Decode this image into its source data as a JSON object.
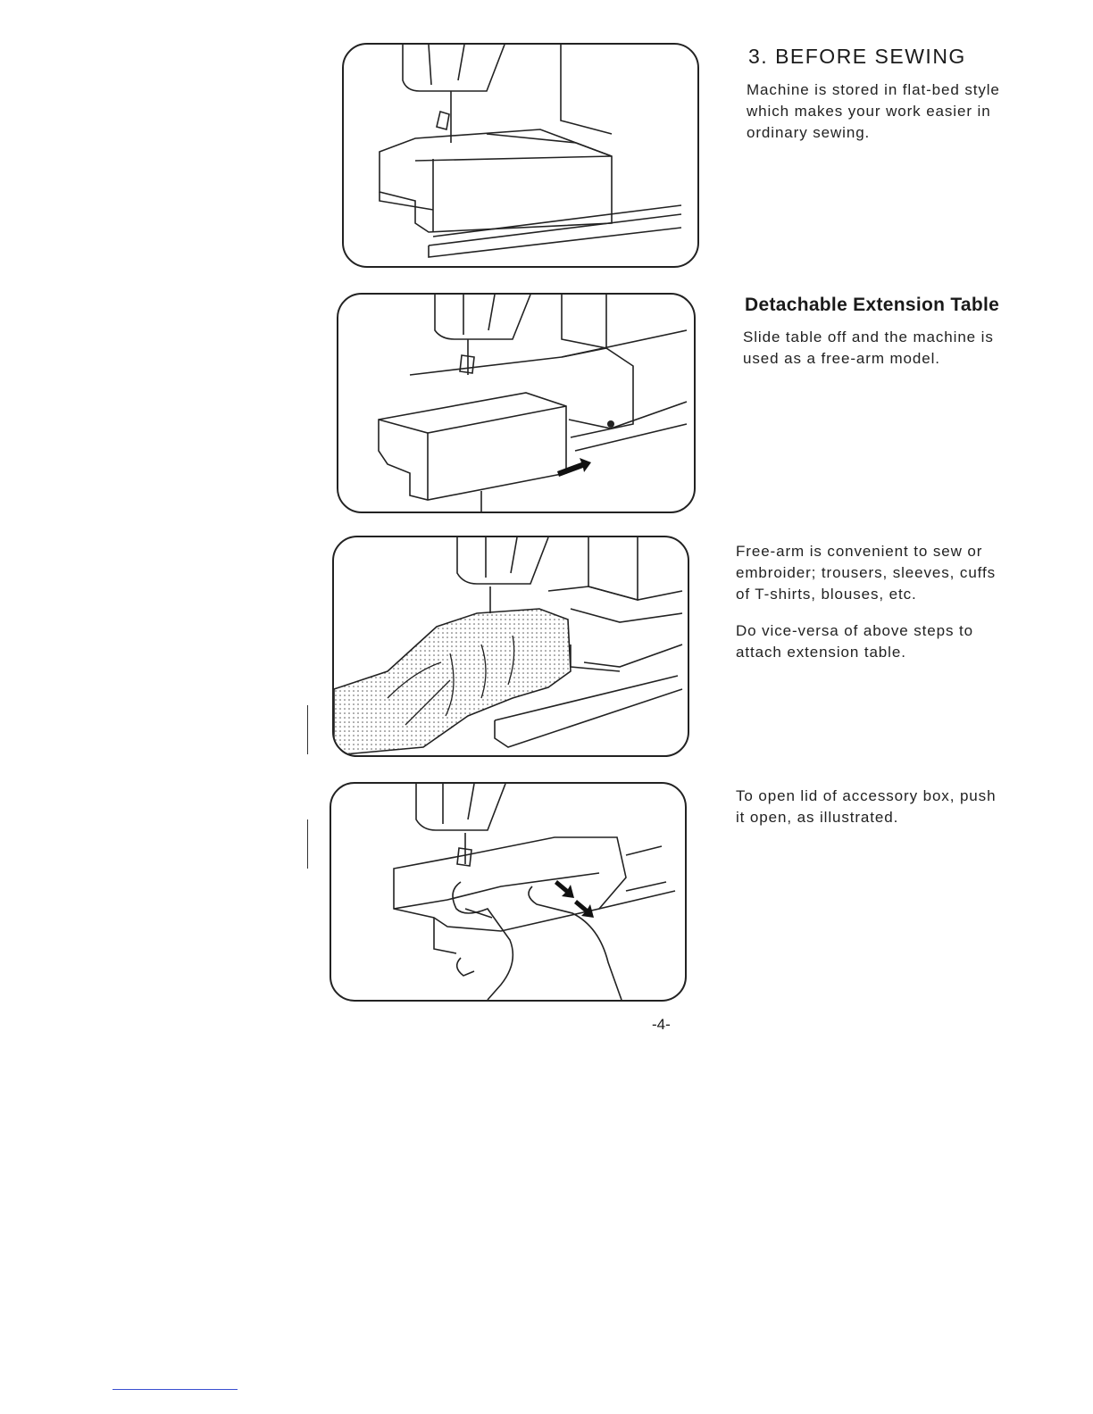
{
  "section": {
    "heading": "3. BEFORE SEWING",
    "intro": "Machine is stored in flat-bed style which makes your work easier in ordinary sewing."
  },
  "extension_table": {
    "heading": "Detachable Extension Table",
    "text": "Slide table off and the machine is used as a free-arm model."
  },
  "free_arm": {
    "text1": "Free-arm is convenient to sew or embroider; trousers, sleeves, cuffs of T-shirts, blouses, etc.",
    "text2": "Do vice-versa of above steps to attach extension table."
  },
  "accessory_box": {
    "text": "To open lid of accessory box, push it open, as illustrated."
  },
  "page_number": "-4-"
}
